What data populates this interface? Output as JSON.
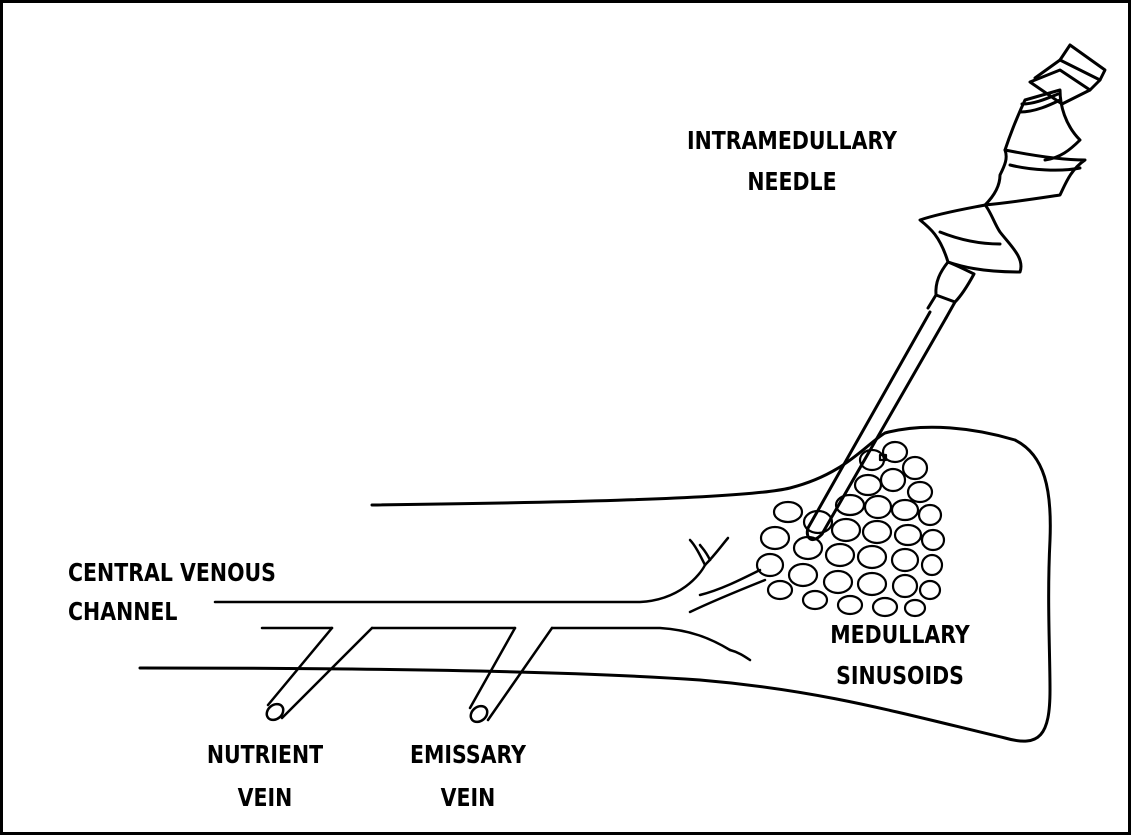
{
  "labels": {
    "intramedullary_needle": [
      "INTRAMEDULLARY",
      "NEEDLE"
    ],
    "central_venous_channel": [
      "CENTRAL VENOUS",
      "CHANNEL"
    ],
    "medullary_sinusoids": [
      "MEDULLARY",
      "SINUSOIDS"
    ],
    "nutrient_vein": [
      "NUTRIENT",
      "VEIN"
    ],
    "emissary_vein": [
      "EMISSARY",
      "VEIN"
    ]
  },
  "colors": {
    "ink": "#000000",
    "background": "#ffffff"
  }
}
